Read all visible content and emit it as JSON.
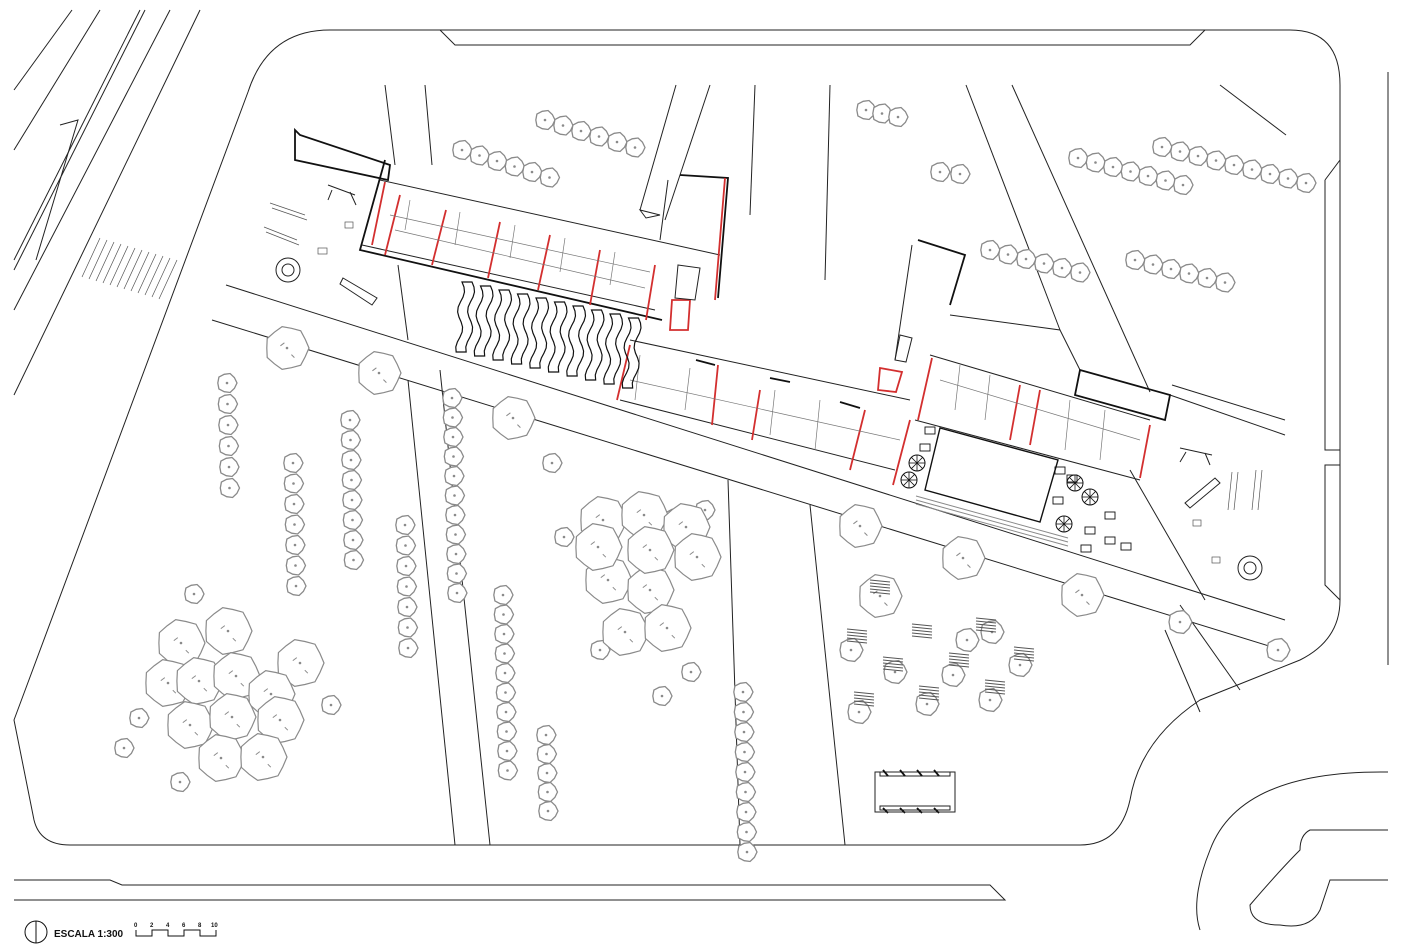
{
  "drawing": {
    "title": "",
    "scale_label": "ESCALA 1:300",
    "scale_ticks": [
      "0",
      "2",
      "4",
      "6",
      "8",
      "10"
    ]
  },
  "colors": {
    "background": "#ffffff",
    "linework": "#222222",
    "vegetation": "#8a8a8a",
    "highlight_walls": "#d32f2f"
  },
  "icons": {
    "north_arrow": "north-arrow-icon",
    "tree": "tree-icon",
    "bench": "bench-icon",
    "umbrella": "umbrella-icon"
  }
}
